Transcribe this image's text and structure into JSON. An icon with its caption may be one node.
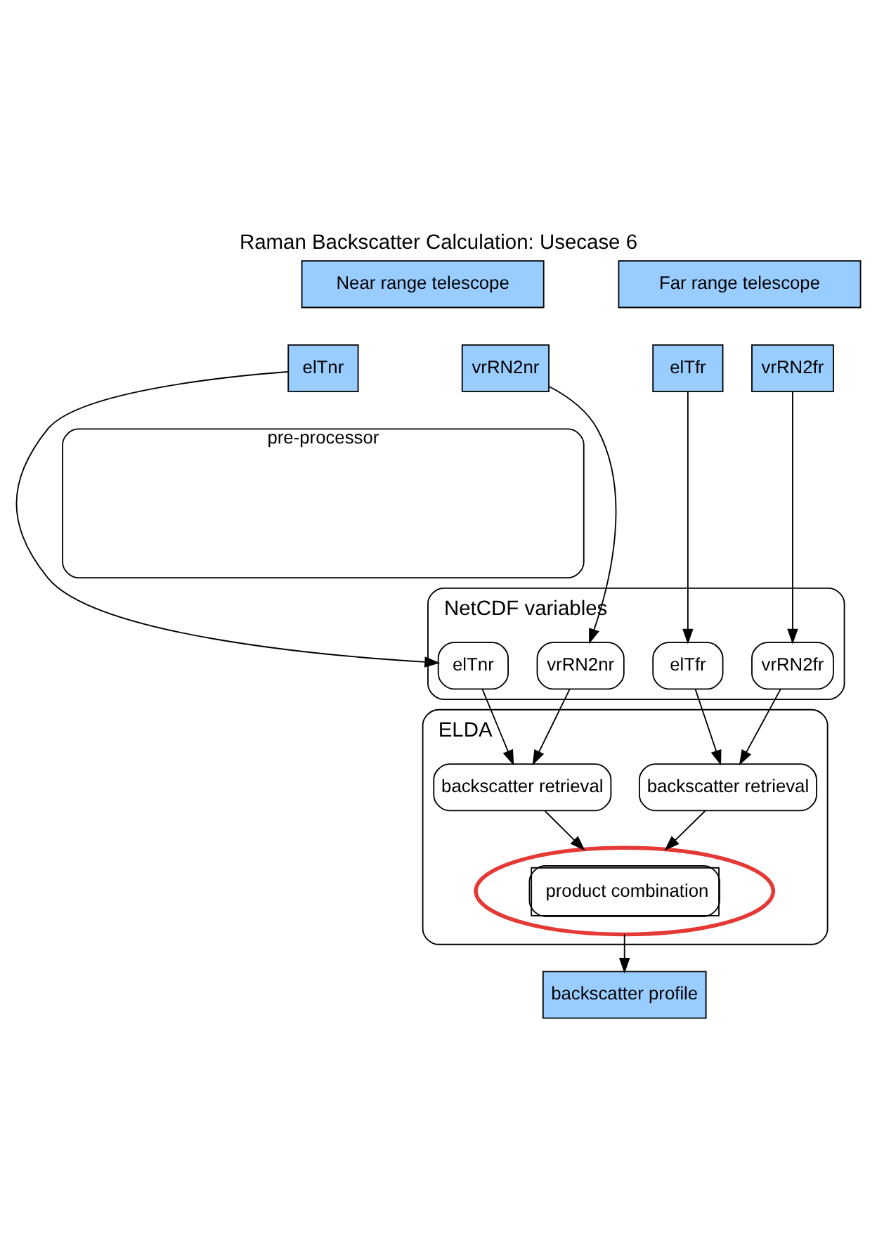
{
  "diagram": {
    "title": "Raman Backscatter Calculation: Usecase 6",
    "nodes": [
      {
        "text": [
          "Near range telescope"
        ]
      },
      {
        "text": [
          "elTnr"
        ]
      },
      {
        "text": [
          "vrRN2nr"
        ]
      },
      {
        "text": [
          "Far range telescope"
        ]
      },
      {
        "text": [
          "elTfr"
        ]
      },
      {
        "text": [
          "vrRN2fr"
        ]
      },
      {
        "text": [
          "pre-processor"
        ]
      },
      {
        "text": [
          "NetCDF variables"
        ]
      },
      {
        "text": [
          "elTnr"
        ],
        "in": 7
      },
      {
        "text": [
          "vrRN2nr"
        ],
        "in": 7
      },
      {
        "text": [
          "elTfr"
        ],
        "in": 7
      },
      {
        "text": [
          "vrRN2fr"
        ],
        "in": 7
      },
      {
        "text": [
          "ELDA"
        ]
      },
      {
        "text": [
          "backscatter retrieval"
        ],
        "in": 12
      },
      {
        "text": [
          "backscatter retrieval"
        ],
        "in": 12
      },
      {
        "text": [
          "product combination"
        ],
        "in": 12
      },
      {
        "text": [
          "backscatter profile"
        ]
      }
    ],
    "edges": [
      {
        "from": 1,
        "to": 8,
        "arrow": "to"
      },
      {
        "from": 2,
        "to": 9,
        "arrow": "to"
      },
      {
        "from": 4,
        "to": 10,
        "arrow": "to"
      },
      {
        "from": 5,
        "to": 11,
        "arrow": "to"
      },
      {
        "from": 8,
        "to": 13,
        "arrow": "to"
      },
      {
        "from": 9,
        "to": 13,
        "arrow": "to"
      },
      {
        "from": 10,
        "to": 14,
        "arrow": "to"
      },
      {
        "from": 11,
        "to": 14,
        "arrow": "to"
      },
      {
        "from": 13,
        "to": 15,
        "arrow": "to"
      },
      {
        "from": 14,
        "to": 15,
        "arrow": "to"
      },
      {
        "from": 15,
        "to": 16,
        "arrow": "to"
      }
    ]
  }
}
